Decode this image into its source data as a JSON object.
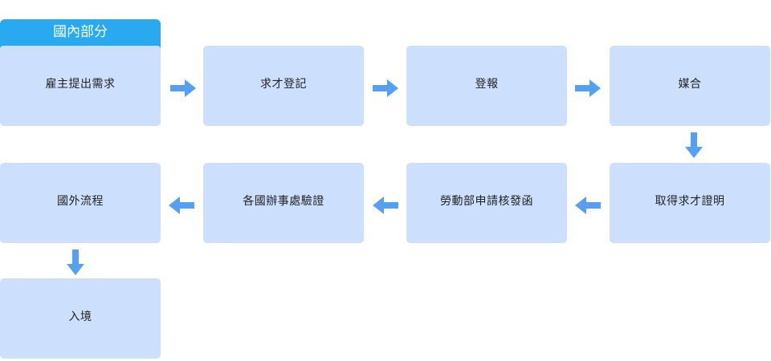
{
  "section_tab": {
    "label": "國內部分"
  },
  "steps": [
    {
      "label": "雇主提出需求"
    },
    {
      "label": "求才登記"
    },
    {
      "label": "登報"
    },
    {
      "label": "媒合"
    },
    {
      "label": "取得求才證明"
    },
    {
      "label": "勞動部申請核發函"
    },
    {
      "label": "各國辦事處驗證"
    },
    {
      "label": "國外流程"
    },
    {
      "label": "入境"
    }
  ],
  "colors": {
    "tab": "#29a9ef",
    "box": "#cce0fe",
    "arrow": "#55a0f1"
  }
}
